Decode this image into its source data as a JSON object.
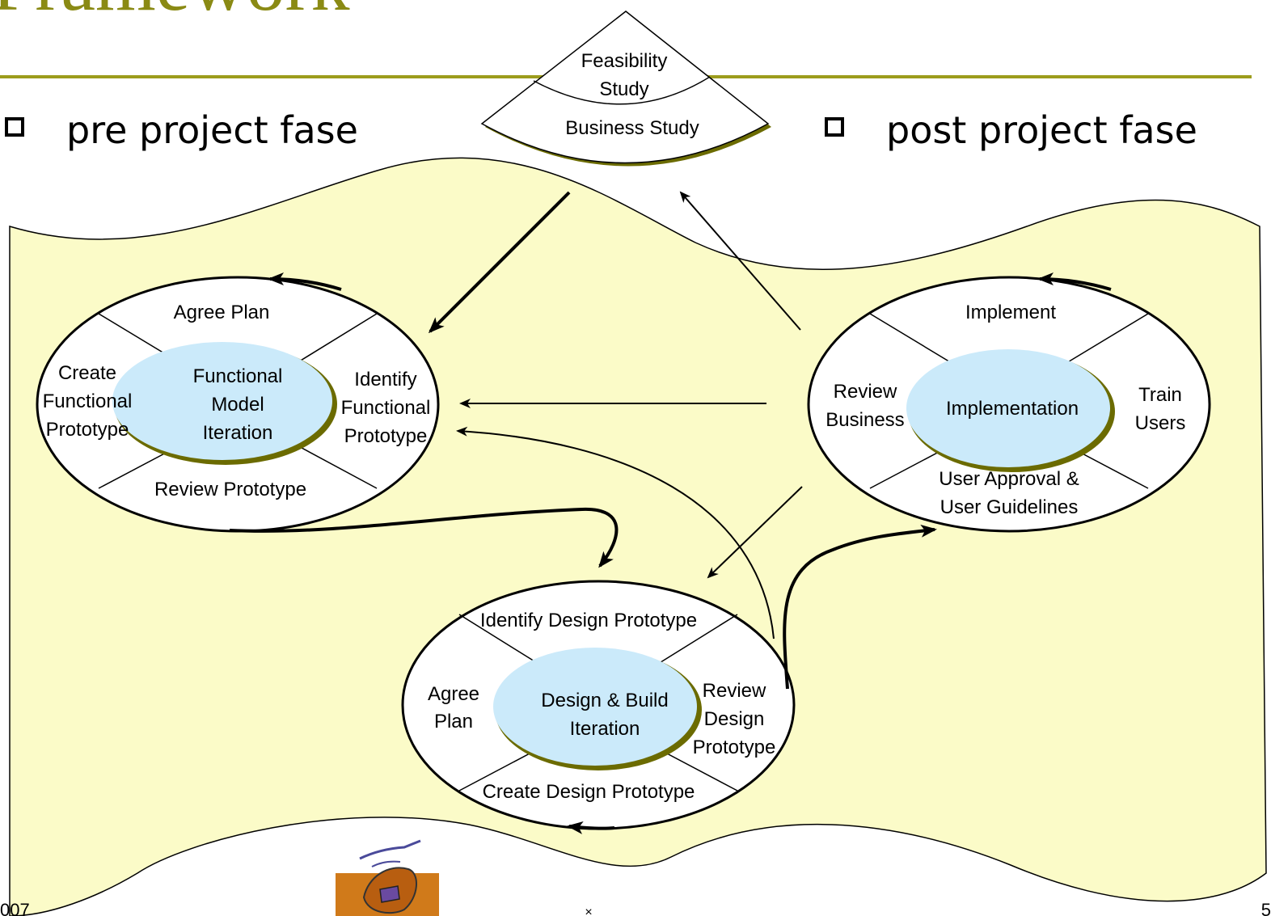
{
  "slide": {
    "title_fragment": "Framework",
    "left_bullet": "pre project fase",
    "right_bullet": "post project fase",
    "footer_left": "007",
    "footer_right": "5",
    "accent_color": "#9c9c1c",
    "background_color": "#fbfbc8"
  },
  "top_sector": {
    "upper": [
      "Feasibility",
      "Study"
    ],
    "lower": "Business Study"
  },
  "functional_model": {
    "center": [
      "Functional",
      "Model",
      "Iteration"
    ],
    "top": "Agree Plan",
    "left": [
      "Create",
      "Functional",
      "Prototype"
    ],
    "right": [
      "Identify",
      "Functional",
      "Prototype"
    ],
    "bottom": "Review Prototype"
  },
  "implementation": {
    "center": "Implementation",
    "top": "Implement",
    "left": [
      "Review",
      "Business"
    ],
    "right": [
      "Train",
      "Users"
    ],
    "bottom": [
      "User Approval &",
      "User Guidelines"
    ]
  },
  "design_build": {
    "center": [
      "Design & Build",
      "Iteration"
    ],
    "top": "Identify Design Prototype",
    "left": [
      "Agree",
      "Plan"
    ],
    "right": [
      "Review",
      "Design",
      "Prototype"
    ],
    "bottom": "Create Design Prototype"
  },
  "icons": [
    "bullet-square-icon",
    "logo-figure-icon",
    "arrow-icon"
  ]
}
